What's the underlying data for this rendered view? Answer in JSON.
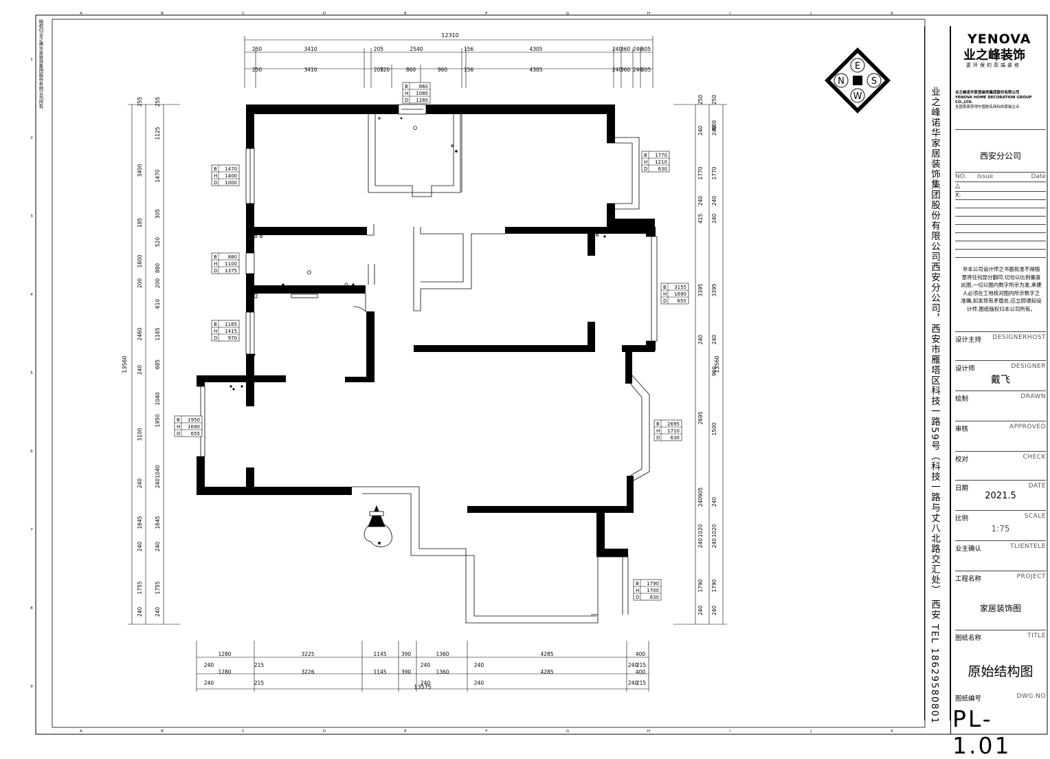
{
  "sheet": {
    "grid_columns": [
      "A",
      "B",
      "C",
      "D",
      "E",
      "F",
      "G",
      "H",
      "I",
      "J",
      "K"
    ],
    "grid_rows": [
      "1",
      "2",
      "3",
      "4",
      "5",
      "6",
      "7",
      "8",
      "9"
    ],
    "left_note": "版权归业之峰华家装饰集团股份有限公司所有",
    "vertical_company": "业之峰诺华家居装饰集团股份有限公司西安分公司，西安市雁塔区科技一路59号（科技一路与丈八北路交汇处） 西安 TEL 18629580801"
  },
  "compass": {
    "north": "N",
    "east": "E",
    "south": "S",
    "west": "W"
  },
  "dimensions": {
    "top_total": "12310",
    "top_row1": [
      "250",
      "3410",
      "205",
      "2540",
      "156",
      "4305",
      "240",
      "360",
      "240",
      "605"
    ],
    "top_row2": [
      "250",
      "3410",
      "205",
      "720",
      "860",
      "960",
      "156",
      "4305",
      "240",
      "360",
      "240",
      "605"
    ],
    "left_total": "13560",
    "left_outer": [
      "255",
      "3400",
      "185",
      "1600",
      "200",
      "2460",
      "240",
      "3100",
      "240",
      "1645",
      "240",
      "1755",
      "240"
    ],
    "left_inner": [
      "255",
      "1125",
      "1470",
      "305",
      "520",
      "880",
      "200",
      "610",
      "1165",
      "685",
      "1040",
      "1950",
      "1040",
      "240",
      "1645",
      "240",
      "1755",
      "240"
    ],
    "right_total": "13560",
    "right_outer": [
      "250",
      "240",
      "1770",
      "240",
      "415",
      "3395",
      "240",
      "2695",
      "905",
      "240",
      "1020",
      "240",
      "1790",
      "240"
    ],
    "right_inner": [
      "250",
      "680",
      "240",
      "1770",
      "240",
      "240",
      "3395",
      "240",
      "960",
      "1500",
      "240",
      "1020",
      "240",
      "1790",
      "240"
    ],
    "bottom_total": "13575",
    "bottom_row1": [
      "1280",
      "3225",
      "1145",
      "390",
      "1360",
      "4285",
      "400"
    ],
    "bottom_row2": [
      "240",
      "215",
      "240",
      "240",
      "240",
      "215"
    ],
    "bottom_row3": [
      "1280",
      "3226",
      "1145",
      "390",
      "1360",
      "4285",
      "400"
    ],
    "bottom_row4": [
      "240",
      "215",
      "240",
      "240",
      "240",
      "215"
    ]
  },
  "windows": [
    {
      "b": "860",
      "h": "1080",
      "d": "1280"
    },
    {
      "b": "1470",
      "h": "1400",
      "d": "1000"
    },
    {
      "b": "1770",
      "h": "1210",
      "d": "630"
    },
    {
      "b": "880",
      "h": "1100",
      "d": "1375"
    },
    {
      "b": "3155",
      "h": "1690",
      "d": "655"
    },
    {
      "b": "1165",
      "h": "1415",
      "d": "970"
    },
    {
      "b": "1950",
      "h": "1690",
      "d": "655"
    },
    {
      "b": "2695",
      "h": "1710",
      "d": "630"
    },
    {
      "b": "1790",
      "h": "1700",
      "d": "630"
    }
  ],
  "window_keys": {
    "b": "B",
    "h": "H",
    "d": "D"
  },
  "title_block": {
    "brand": "YENOVA",
    "brand_cn": "业之峰装饰",
    "slogan": "更环保的高端装修",
    "company_full": "业之峰诺华家居装饰集团股份有限公司",
    "company_en": "YENOVA HOME DECORATION GROUP CO.,LTD.",
    "company_sub": "全国首家获得中国驰名商标的家装企业",
    "branch": "西安分公司",
    "no_label": "NO.",
    "issue_label": "Issue",
    "date_col_label": "Date",
    "revision_marks": [
      "△",
      "X:"
    ],
    "notice": "非本公司设计师之书面批准不得随意将任何部分翻印,切勿以比例量度此图,一切以图内数字所示为准,承建人必须在工地核对图内所示数字之准确,如发现有矛盾处,应立即通知设计师,图纸版权归本公司所有。",
    "fields": [
      {
        "cn": "设计主持",
        "en": "DESIGNERHOST",
        "value": ""
      },
      {
        "cn": "设计师",
        "en": "DESIGNER",
        "value": "戴飞"
      },
      {
        "cn": "绘制",
        "en": "DRAWN",
        "value": ""
      },
      {
        "cn": "审核",
        "en": "APPROVED",
        "value": ""
      },
      {
        "cn": "校对",
        "en": "CHECK",
        "value": ""
      },
      {
        "cn": "日期",
        "en": "DATE",
        "value": "2021.5"
      },
      {
        "cn": "比例",
        "en": "SCALE",
        "value": "1:75"
      },
      {
        "cn": "业主确认",
        "en": "TLIENTELE",
        "value": ""
      },
      {
        "cn": "工程名称",
        "en": "PROJECT",
        "value": "家居装饰图"
      },
      {
        "cn": "图纸名称",
        "en": "TITLE",
        "value": "原始结构图"
      },
      {
        "cn": "图纸编号",
        "en": "DWG.NO",
        "value": "PL-1.01"
      }
    ]
  }
}
